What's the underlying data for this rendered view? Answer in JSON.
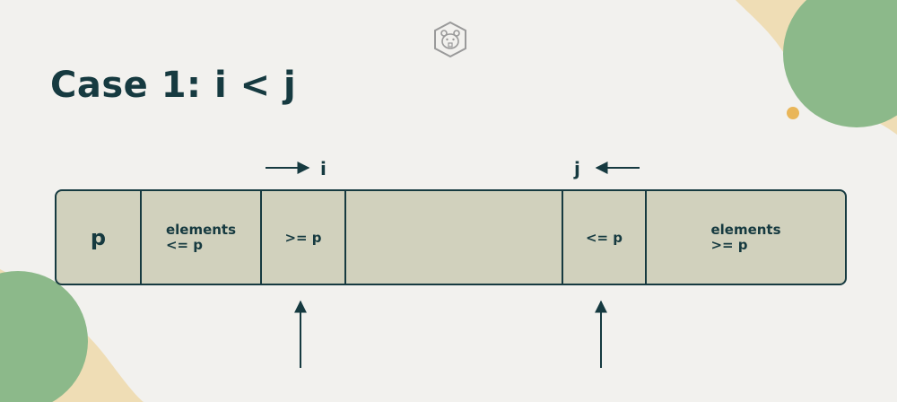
{
  "title": "Case 1: i < j",
  "pointers": {
    "i": "i",
    "j": "j"
  },
  "cells": [
    {
      "lines": [
        "p"
      ]
    },
    {
      "lines": [
        "elements",
        "<= p"
      ]
    },
    {
      "lines": [
        ">= p"
      ]
    },
    {
      "lines": []
    },
    {
      "lines": [
        "<= p"
      ]
    },
    {
      "lines": [
        "elements",
        ">= p"
      ]
    }
  ],
  "colors": {
    "ink": "#163a40",
    "cell_fill": "#d1d1bd",
    "background": "#f2f1ee",
    "accent_green": "#8cb98a",
    "accent_yellow": "#e9b659"
  },
  "icons": {
    "logo": "beaver-logo-icon"
  }
}
